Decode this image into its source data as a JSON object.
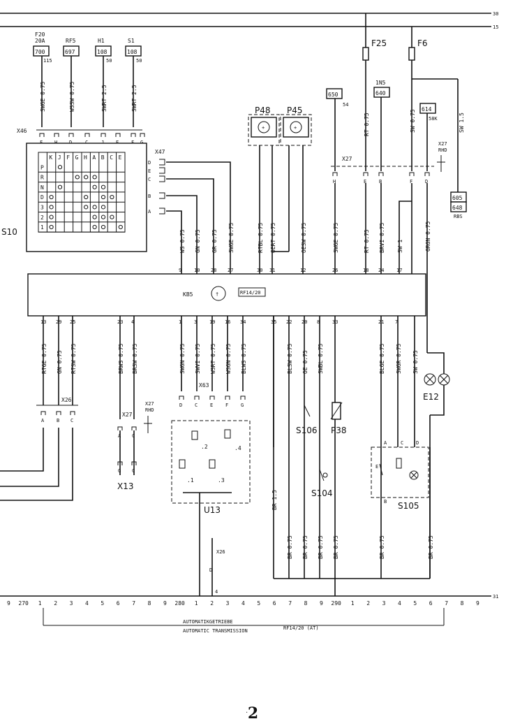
{
  "rails": {
    "top_30": "30",
    "top_15": "15",
    "ground_31": "31"
  },
  "fuses": [
    {
      "id": "F25"
    },
    {
      "id": "F6"
    }
  ],
  "refs_top": [
    {
      "ref": "F20",
      "line2": "20A",
      "code": "700",
      "suffix": "115"
    },
    {
      "ref": "RF5",
      "code": "697",
      "suffix": ""
    },
    {
      "ref": "H1",
      "code": "108",
      "suffix": "50"
    },
    {
      "ref": "S1",
      "code": "108",
      "suffix": "50"
    }
  ],
  "refs_mid": [
    {
      "code": "650",
      "suffix": "54"
    },
    {
      "ref": "1N5",
      "code": "640"
    },
    {
      "code": "614",
      "suffix": "58K"
    }
  ],
  "refs_right": {
    "line1": "605",
    "line2": "648",
    "line3": "RBS"
  },
  "components": {
    "s10": "S10",
    "x46": "X46",
    "x47": "X47",
    "kb5": "KB5",
    "kb5_variant": "RF14/20",
    "p48": "P48",
    "p45": "P45",
    "x27": "X27",
    "x27_rhd": "X27",
    "rhd": "RHD",
    "x26": "X26",
    "x63": "X63",
    "u13": "U13",
    "x13": "X13",
    "s106": "S106",
    "p38": "P38",
    "s104": "S104",
    "s105": "S105",
    "e12": "E12"
  },
  "selector": {
    "columns": [
      "K",
      "J",
      "F",
      "G",
      "H",
      "A",
      "B",
      "C",
      "E"
    ],
    "rows": [
      "P",
      "R",
      "N",
      "D",
      "3",
      "2",
      "1"
    ],
    "dots": [
      [
        0,
        1,
        0,
        0,
        0,
        0,
        0,
        0,
        0
      ],
      [
        0,
        0,
        0,
        1,
        1,
        1,
        0,
        0,
        0
      ],
      [
        0,
        1,
        0,
        0,
        0,
        1,
        1,
        0,
        0
      ],
      [
        1,
        0,
        0,
        0,
        1,
        0,
        1,
        1,
        0
      ],
      [
        1,
        0,
        0,
        0,
        1,
        1,
        1,
        0,
        0
      ],
      [
        1,
        0,
        0,
        0,
        0,
        1,
        1,
        1,
        0
      ],
      [
        1,
        0,
        0,
        0,
        0,
        1,
        1,
        0,
        1
      ]
    ],
    "x46_pins": [
      "F",
      "H",
      "D",
      "C",
      "J",
      "E",
      "F",
      "G"
    ],
    "x47_pins": [
      "D",
      "E",
      "C",
      "B",
      "A"
    ]
  },
  "wires_top": [
    {
      "label": "SWGE 0.75"
    },
    {
      "label": "WSSW 0.75"
    },
    {
      "label": "SWRT 2.5"
    },
    {
      "label": "SWRT 2.5"
    }
  ],
  "wires_upper": [
    {
      "label": "WS 0.75",
      "pin": "9"
    },
    {
      "label": "GN 0.75",
      "pin": "10"
    },
    {
      "label": "GR 0.75",
      "pin": "28"
    },
    {
      "label": "SWGE 0.75",
      "pin": "27"
    },
    {
      "label": "RTBL 0.75",
      "pin": "30"
    },
    {
      "label": "OERT 0.75",
      "pin": "31"
    },
    {
      "label": "OESW 0.75",
      "pin": "12"
    },
    {
      "label": "SWGE 0.75",
      "pin": "26"
    },
    {
      "label": "RT 0.75",
      "pin": "18"
    },
    {
      "label": "BRVI 0.75",
      "pin": "24"
    },
    {
      "label": "SW 1",
      "pin": "17"
    }
  ],
  "wires_upper_extra": {
    "rt_top": "RT 0.75",
    "sw_top": "SW 0.75",
    "sw15": "SW 1.5",
    "grgn": "GRGN 0.75"
  },
  "x27_pins": [
    "H",
    "E",
    "B",
    "F",
    "D"
  ],
  "wires_lower": [
    {
      "label": "RTGE 0.75",
      "pin": "13"
    },
    {
      "label": "GN 0.75",
      "pin": "29"
    },
    {
      "label": "RTSW 0.75",
      "pin": "25"
    },
    {
      "label": "BRWS 0.75",
      "pin": "23"
    },
    {
      "label": "BRSW 0.75",
      "pin": "4"
    },
    {
      "label": "SWGN 0.75",
      "pin": "1"
    },
    {
      "label": "SWVI 0.75",
      "pin": "3"
    },
    {
      "label": "WSRT 0.75",
      "pin": "19"
    },
    {
      "label": "WSGN 0.75",
      "pin": "16"
    },
    {
      "label": "BLWS 0.75",
      "pin": "34"
    },
    {
      "label": "",
      "pin": "35"
    },
    {
      "label": "BLSW 0.75",
      "pin": "22"
    },
    {
      "label": "OE 0.75",
      "pin": "20"
    },
    {
      "label": "SWBL 0.75",
      "pin": "8"
    },
    {
      "label": "",
      "pin": "33"
    },
    {
      "label": "BLGE 0.75",
      "pin": "21"
    },
    {
      "label": "SWGR 0.75",
      "pin": "7"
    },
    {
      "label": "SW 0.75",
      "pin": ""
    }
  ],
  "x26_pins": [
    "A",
    "B",
    "C"
  ],
  "x27b_pins": [
    "A",
    "C"
  ],
  "x13_pins": [
    "G",
    "C"
  ],
  "x63_pins": [
    "D",
    "C",
    "E",
    "F",
    "G"
  ],
  "u13_parts": [
    ".2",
    ".4",
    ".1",
    ".3"
  ],
  "s105_pins": [
    "A",
    "C",
    "D",
    "E",
    "B"
  ],
  "ground_wires": [
    "BR 1.5",
    "BR 0.75",
    "BR 0.75",
    "BR 0.75",
    "BR 0.75",
    "BR 0.75",
    "BR 0.75"
  ],
  "x26b": {
    "label": "X26",
    "pin": "D",
    "num": "4"
  },
  "scale": [
    "9",
    "270",
    "1",
    "2",
    "3",
    "4",
    "5",
    "6",
    "7",
    "8",
    "9",
    "280",
    "1",
    "2",
    "3",
    "4",
    "5",
    "6",
    "7",
    "8",
    "9",
    "290",
    "1",
    "2",
    "3",
    "4",
    "5",
    "6",
    "7",
    "8",
    "9"
  ],
  "caption": {
    "de": "AUTOMATIKGETRIEBE",
    "en": "AUTOMATIC TRANSMISSION",
    "variant": "RF14/20 (AT)"
  },
  "page_number": "2"
}
